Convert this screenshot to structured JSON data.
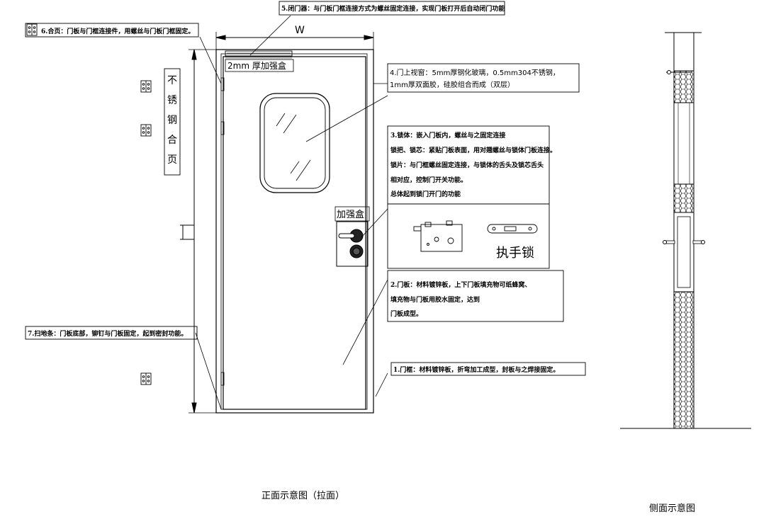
{
  "annotations": {
    "door_closer": "5.闭门器：与门板门框连接方式为螺丝固定连接，实现门板打开后自动闭门功能",
    "hinge": "6.合页：门板与门框连接件，用螺丝与门板门框固定。",
    "reinforce_top": "2mm 厚加强盒",
    "window_line1": "4.门上视窗：5mm厚钢化玻璃，0.5mm304不锈钢，",
    "window_line2": "1mm厚双面胶，硅胶组合而成（双层）",
    "lock_line1": "3.锁体：嵌入门板内，螺丝与之固定连接",
    "lock_line2": "锁把、锁芯：紧贴门板表面，用对翘螺丝与锁体门板连接。",
    "lock_line3": "锁片：与门框螺丝固定连接，与锁体的舌头及锁芯舌头",
    "lock_line4": "相对应，控制门开关功能。",
    "lock_line5": "总体起到锁门开门的功能",
    "lock_name": "执手锁",
    "reinforce_lock": "加强盒",
    "panel_line1": "2.门板：材料镀锌板，上下门板填充物可纸蜂窝、",
    "panel_line2": "填充物与门板用胶水固定，达到",
    "panel_line3": "门板成型。",
    "sweep": "7.扫地条：门板底部，铆钉与门板固定，起到密封功能。",
    "frame": "1.门框：材料镀锌板，折弯加工成型，封板与之焊接固定。",
    "stainless_hinge_chars": [
      "不",
      "锈",
      "钢",
      "合",
      "页"
    ],
    "width_symbol": "W"
  },
  "captions": {
    "front": "正面示意图（拉面）",
    "side": "侧面示意图"
  }
}
